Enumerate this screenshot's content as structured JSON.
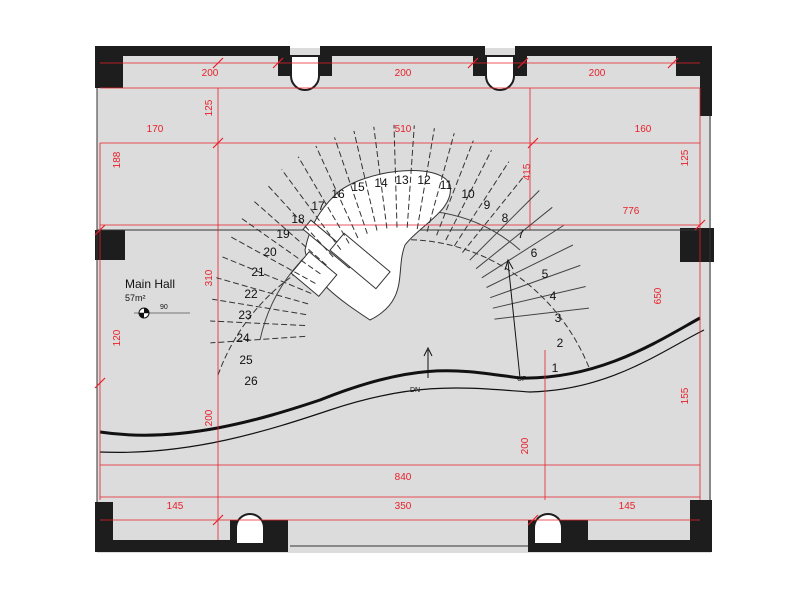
{
  "room": {
    "name": "Main Hall",
    "area": "57m²",
    "level_mark": "90"
  },
  "labels": {
    "up": "UP",
    "down": "DN"
  },
  "steps": [
    "1",
    "2",
    "3",
    "4",
    "5",
    "6",
    "7",
    "8",
    "9",
    "10",
    "11",
    "12",
    "13",
    "14",
    "15",
    "16",
    "17",
    "18",
    "19",
    "20",
    "21",
    "22",
    "23",
    "24",
    "25",
    "26"
  ],
  "dimensions": {
    "top_left_span": "200",
    "top_mid_span": "200",
    "top_right_span": "200",
    "upper_left": "170",
    "upper_center": "510",
    "upper_right": "160",
    "left_vertical_a": "125",
    "left_vertical_b": "188",
    "right_vertical_a": "125",
    "stair_radius": "415",
    "right_width": "776",
    "left_mid": "310",
    "right_mid": "650",
    "left_low": "120",
    "left_bottom": "200",
    "center_bottom": "200",
    "right_low": "155",
    "total_width": "840",
    "bottom_left": "145",
    "bottom_center": "350",
    "bottom_right": "145"
  },
  "colors": {
    "floor": "#dcdcdc",
    "wall": "#1d1d1d",
    "dimension": "#e8202a"
  }
}
